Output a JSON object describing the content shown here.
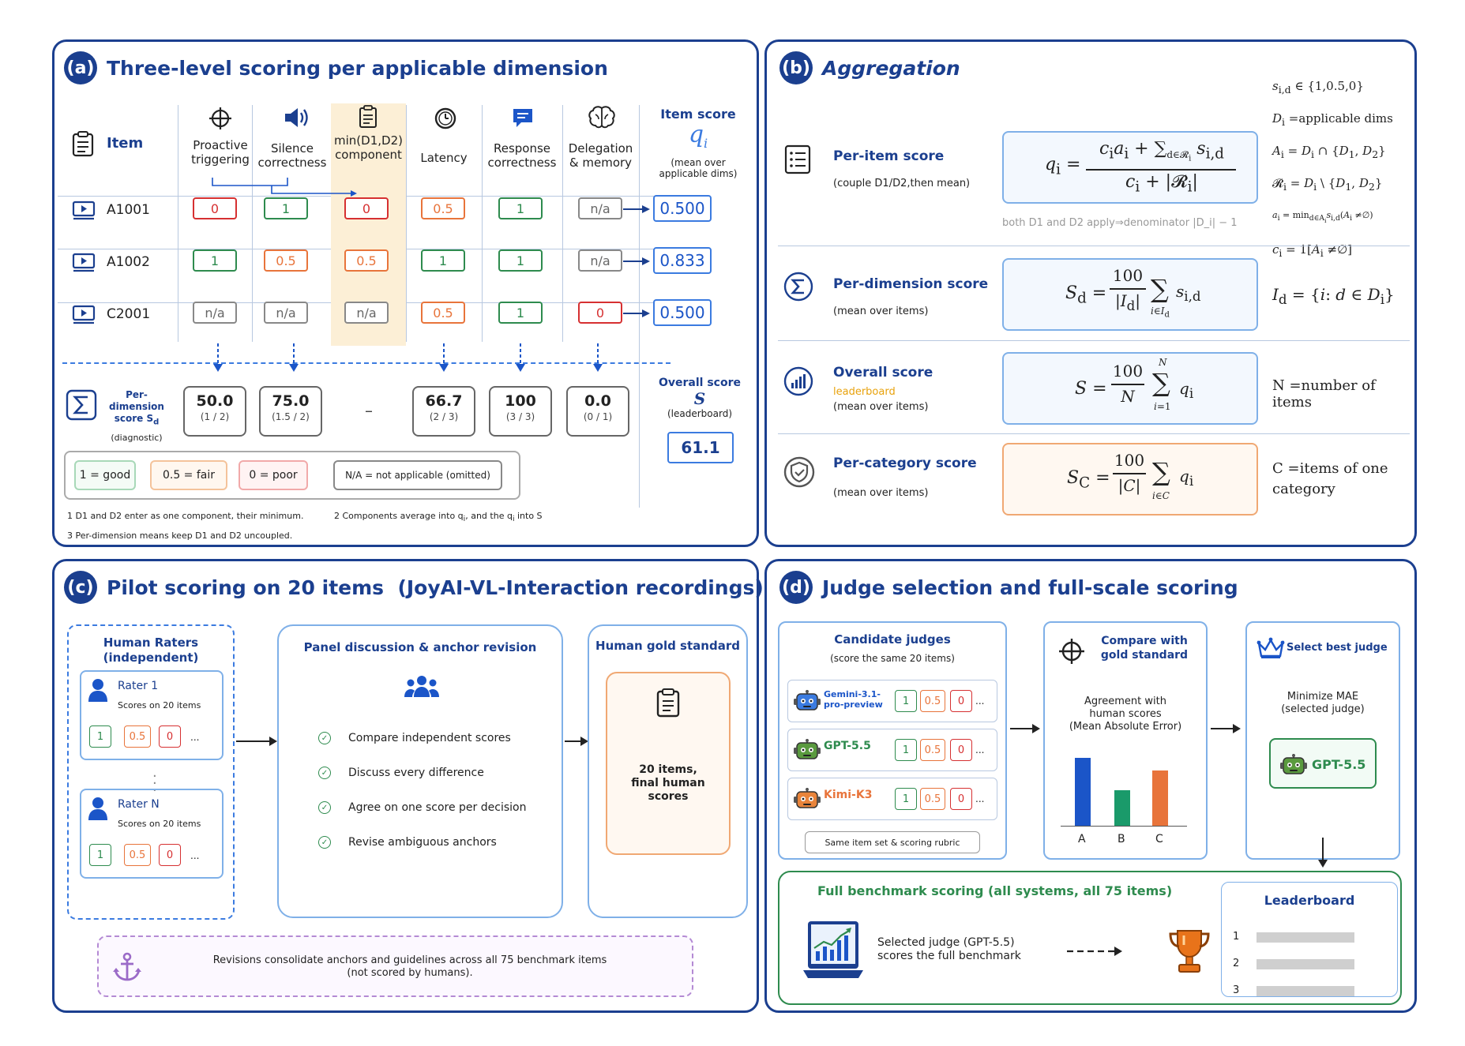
{
  "colors": {
    "navy": "#1b3f8f",
    "blue": "#3b7be0",
    "green": "#2e8b4e",
    "red": "#d63031",
    "orange": "#e8743b",
    "gray": "#888888"
  },
  "panelA": {
    "badge": "(a)",
    "title": "Three-level scoring per applicable dimension",
    "item_header": "Item",
    "headers": [
      {
        "l1": "Proactive",
        "l2": "triggering",
        "l3": ""
      },
      {
        "l1": "Silence",
        "l2": "correctness",
        "l3": ""
      },
      {
        "l1": "min(D1,D2)",
        "l2": "component",
        "l3": ""
      },
      {
        "l1": "Latency",
        "l2": "",
        "l3": ""
      },
      {
        "l1": "Response",
        "l2": "correctness",
        "l3": ""
      },
      {
        "l1": "Delegation",
        "l2": "& memory",
        "l3": ""
      }
    ],
    "item_score_label": "Item score",
    "item_score_symbol": "q",
    "item_score_sub": "i",
    "item_score_note1": "(mean over",
    "item_score_note2": "applicable dims)",
    "rows": [
      {
        "id": "A1001",
        "scores": [
          "0",
          "1",
          "0",
          "0.5",
          "1",
          "n/a"
        ],
        "q": "0.500"
      },
      {
        "id": "A1002",
        "scores": [
          "1",
          "0.5",
          "0.5",
          "1",
          "1",
          "n/a"
        ],
        "q": "0.833"
      },
      {
        "id": "C2001",
        "scores": [
          "n/a",
          "n/a",
          "n/a",
          "0.5",
          "1",
          "0"
        ],
        "q": "0.500"
      }
    ],
    "per_dim_label1": "Per-dimension",
    "per_dim_label2": "score S",
    "per_dim_label_sub": "d",
    "per_dim_label3": "(diagnostic)",
    "dims": [
      {
        "v": "50.0",
        "f": "(1 / 2)"
      },
      {
        "v": "75.0",
        "f": "(1.5 / 2)"
      },
      {
        "v": "66.7",
        "f": "(2 / 3)"
      },
      {
        "v": "100",
        "f": "(3 / 3)"
      },
      {
        "v": "0.0",
        "f": "(0 / 1)"
      }
    ],
    "dim_dash": "–",
    "overall_label": "Overall score",
    "overall_symbol": "S",
    "overall_note": "(leaderboard)",
    "overall_value": "61.1",
    "legend": [
      "1 = good",
      "0.5 = fair",
      "0 = poor",
      "N/A = not applicable (omitted)"
    ],
    "foot1": "1 D1 and D2 enter as one component, their minimum.",
    "foot2a": "2 Components average into q",
    "foot2b": ", and the q",
    "foot2c": " into S",
    "foot_sub": "i",
    "foot3": "3 Per-dimension means keep D1 and D2 uncoupled."
  },
  "panelB": {
    "badge": "(b)",
    "title": "Aggregation",
    "defs": [
      "s_{i,d} ∈ {1,0.5,0}",
      "D_i =applicable dims",
      "A_i = D_i ∩ {D_1, D_2}",
      "R_i = D_i \\ {D_1, D_2}",
      "a_i = min_{d∈A_i} s_{i,d} (A_i ≠∅)",
      "c_i = 1[A_i ≠∅]"
    ],
    "sections": [
      {
        "title": "Per-item score",
        "sub": "(couple D1/D2,then mean)",
        "note": "both D1 and D2 apply⇒denominator |D_i| − 1"
      },
      {
        "title": "Per-dimension score",
        "sub": "(mean over items)",
        "side": "I_d = {i: d ∈ D_i}"
      },
      {
        "title": "Overall score",
        "tag": "leaderboard",
        "sub": "(mean over items)",
        "side": "N =number of items"
      },
      {
        "title": "Per-category score",
        "sub": "(mean over items)",
        "side1": "C =items of one",
        "side2": "category"
      }
    ]
  },
  "panelC": {
    "badge": "(c)",
    "title": "Pilot scoring on 20 items  (JoyAI-VL-Interaction recordings)",
    "raters_title1": "Human Raters",
    "raters_title2": "(independent)",
    "raters": [
      {
        "name": "Rater 1",
        "sub": "Scores on 20 items",
        "scores": [
          "1",
          "0.5",
          "0"
        ],
        "more": "..."
      },
      {
        "name": "Rater N",
        "sub": "Scores on 20 items",
        "scores": [
          "1",
          "0.5",
          "0"
        ],
        "more": "..."
      }
    ],
    "panel_title": "Panel discussion & anchor revision",
    "steps": [
      "Compare independent scores",
      "Discuss every difference",
      "Agree on one score per decision",
      "Revise ambiguous anchors"
    ],
    "gold_title": "Human gold standard",
    "gold_text": [
      "20 items,",
      "final human",
      "scores"
    ],
    "note": [
      "Revisions consolidate anchors and guidelines across all 75 benchmark items",
      "(not scored by humans)."
    ]
  },
  "panelD": {
    "badge": "(d)",
    "title": "Judge selection and full-scale scoring",
    "cand_title": "Candidate judges",
    "cand_sub": "(score the same 20 items)",
    "judges": [
      {
        "name1": "Gemini-3.1-",
        "name2": "pro-preview",
        "color": "#1b55c8",
        "scores": [
          "1",
          "0.5",
          "0"
        ],
        "more": "..."
      },
      {
        "name1": "GPT-5.5",
        "name2": "",
        "color": "#2e8b4e",
        "scores": [
          "1",
          "0.5",
          "0"
        ],
        "more": "..."
      },
      {
        "name1": "Kimi-K3",
        "name2": "",
        "color": "#e8743b",
        "scores": [
          "1",
          "0.5",
          "0"
        ],
        "more": "..."
      }
    ],
    "cand_foot": "Same item set & scoring rubric",
    "cmp_title1": "Compare with",
    "cmp_title2": "gold standard",
    "cmp_text": [
      "Agreement with",
      "human scores",
      "(Mean Absolute Error)"
    ],
    "bars": [
      {
        "label": "A",
        "value": 0.95,
        "color": "#1b55c8"
      },
      {
        "label": "B",
        "value": 0.5,
        "color": "#1a9a6a"
      },
      {
        "label": "C",
        "value": 0.78,
        "color": "#e8743b"
      }
    ],
    "sel_title": "Select best judge",
    "sel_text": [
      "Minimize MAE",
      "(selected judge)"
    ],
    "sel_judge": "GPT-5.5",
    "full_title": "Full benchmark scoring (all systems, all 75 items)",
    "full_text": [
      "Selected judge (GPT-5.5)",
      "scores the full benchmark"
    ],
    "lb_title": "Leaderboard",
    "lb_ranks": [
      "1",
      "2",
      "3"
    ]
  }
}
